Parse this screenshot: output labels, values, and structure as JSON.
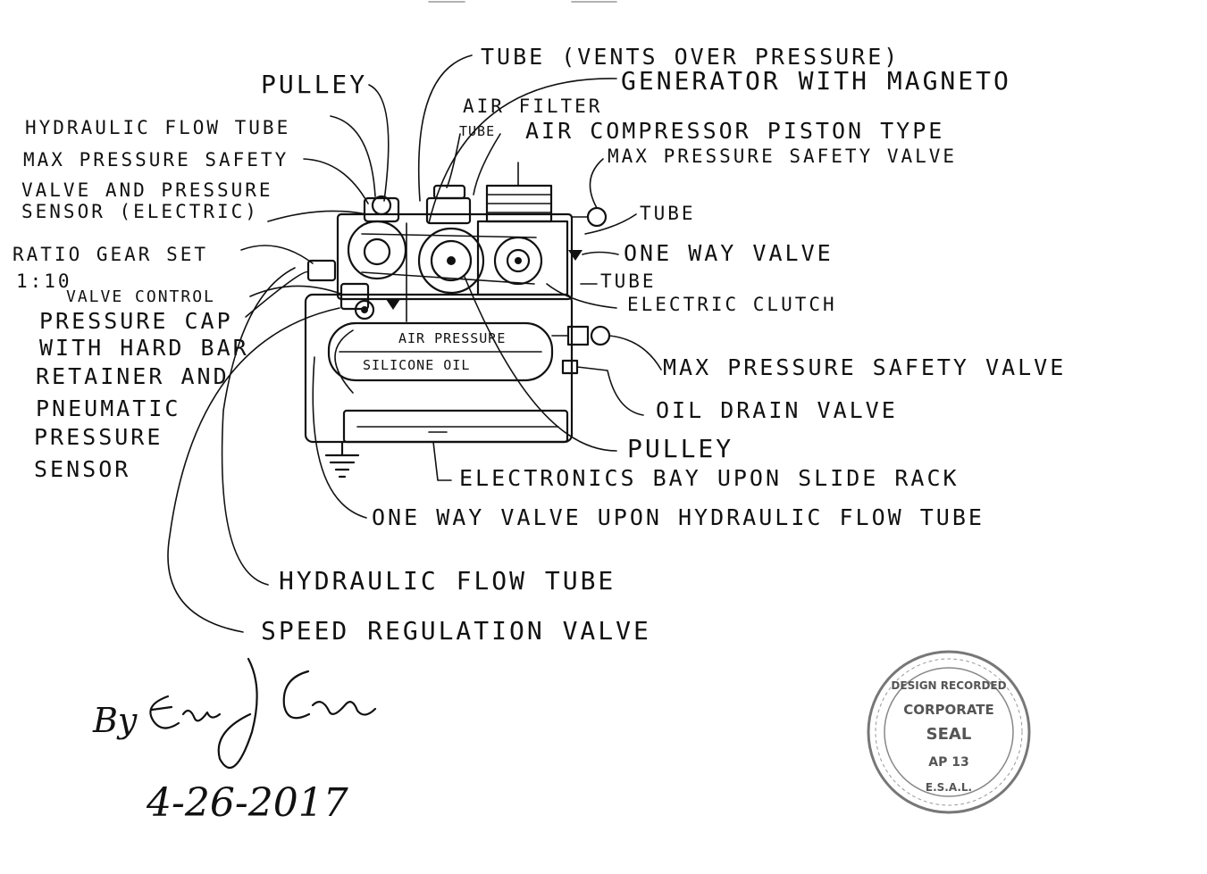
{
  "labels": {
    "tube_vents": "TUBE (VENTS OVER PRESSURE)",
    "generator": "GENERATOR WITH MAGNETO",
    "pulley_top": "PULLEY",
    "hydraulic_flow_tube_top": "HYDRAULIC FLOW TUBE",
    "max_pressure_safety_1": "MAX PRESSURE SAFETY",
    "valve_and_pressure": "VALVE AND PRESSURE",
    "sensor_electric": "SENSOR (ELECTRIC)",
    "air_filter": "AIR FILTER",
    "tube_small": "TUBE",
    "air_compressor": "AIR COMPRESSOR PISTON TYPE",
    "max_pressure_safety_valve_right": "MAX PRESSURE SAFETY VALVE",
    "tube_right": "TUBE",
    "ratio_gear_set": "RATIO GEAR SET",
    "ratio_value": "1:10",
    "one_way_valve_right": "ONE WAY VALVE",
    "tube_right_2": "TUBE",
    "valve_control": "VALVE CONTROL",
    "electric_clutch": "ELECTRIC CLUTCH",
    "pressure_cap": "PRESSURE CAP",
    "with_hard_bar": "WITH HARD BAR",
    "retainer_and": "RETAINER AND",
    "pneumatic": "PNEUMATIC",
    "pressure": "PRESSURE",
    "sensor": "SENSOR",
    "air_pressure": "AIR PRESSURE",
    "silicone_oil": "SILICONE OIL",
    "max_pressure_safety_valve_lower": "MAX PRESSURE SAFETY VALVE",
    "oil_drain_valve": "OIL DRAIN VALVE",
    "pulley_bottom": "PULLEY",
    "electronics_bay": "ELECTRONICS BAY UPON SLIDE RACK",
    "one_way_valve_hydraulic": "ONE WAY VALVE UPON HYDRAULIC FLOW TUBE",
    "hydraulic_flow_tube_bottom": "HYDRAULIC FLOW TUBE",
    "speed_regulation_valve": "SPEED REGULATION VALVE"
  },
  "signature": {
    "by": "By",
    "name": "Eric J Crews",
    "date": "4-26-2017"
  },
  "stamp": {
    "line1": "DESIGN RECORDED",
    "line2": "CORPORATE",
    "line3": "SEAL",
    "line4": "AP 13",
    "line5": "E.S.A.L."
  }
}
